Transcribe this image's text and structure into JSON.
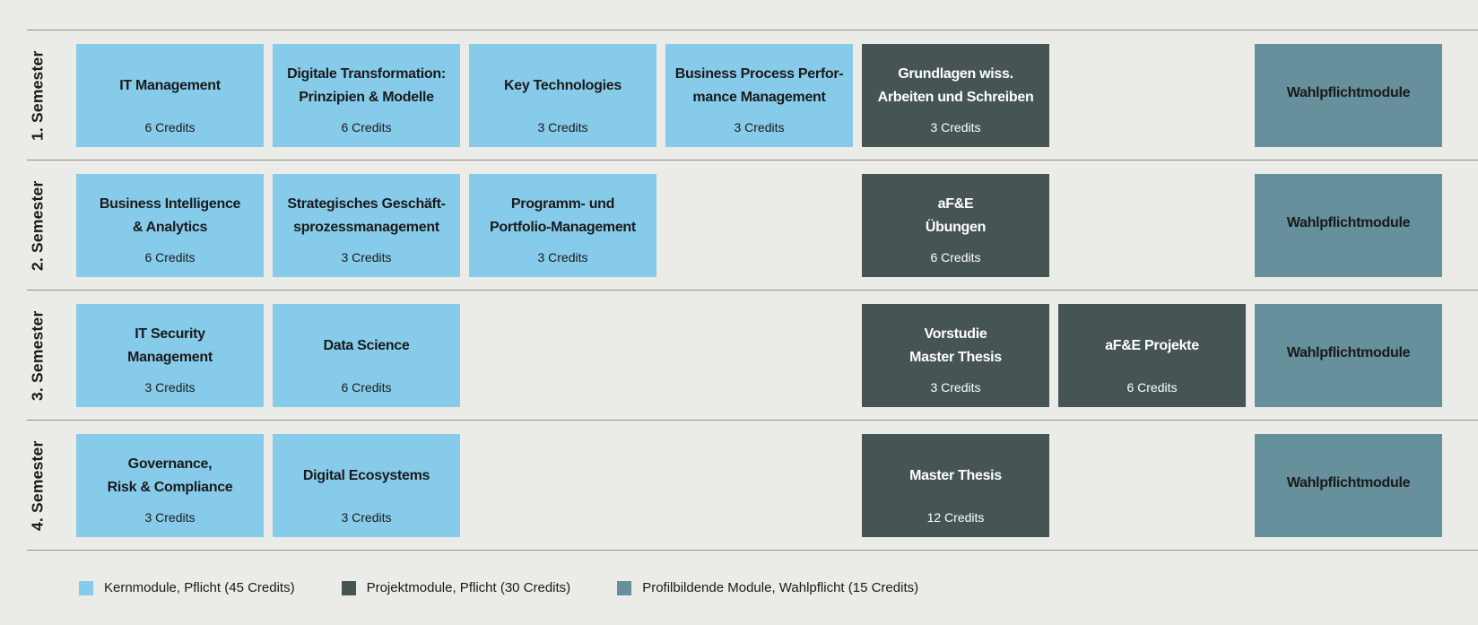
{
  "palette": {
    "background": "#EBEBE8",
    "core_module_fill": "#87CBEA",
    "project_module_fill": "#465553",
    "profile_module_fill": "#66909B",
    "separator_line": "#8E8E8C",
    "text_dark": "#1A1A1A",
    "text_light": "#FFFFFF"
  },
  "rows": [
    {
      "label": "1. Semester",
      "modules": [
        {
          "title": "IT Management",
          "credits": "6 Credits",
          "type": "core"
        },
        {
          "title": "Digitale Transformation:\nPrinzipien & Modelle",
          "credits": "6 Credits",
          "type": "core"
        },
        {
          "title": "Key Technologies",
          "credits": "3 Credits",
          "type": "core"
        },
        {
          "title": "Business Process Perfor-\nmance Management",
          "credits": "3 Credits",
          "type": "core"
        },
        {
          "title": "Grundlagen wiss.\nArbeiten und Schreiben",
          "credits": "3 Credits",
          "type": "project"
        },
        {
          "title": "Wahlpflichtmodule",
          "type": "profile"
        }
      ]
    },
    {
      "label": "2. Semester",
      "modules": [
        {
          "title": "Business Intelligence\n& Analytics",
          "credits": "6 Credits",
          "type": "core"
        },
        {
          "title": "Strategisches Geschäft-\nsprozessmanagement",
          "credits": "3 Credits",
          "type": "core"
        },
        {
          "title": "Programm- und\nPortfolio-Management",
          "credits": "3 Credits",
          "type": "core"
        },
        {
          "title": "aF&E\nÜbungen",
          "credits": "6 Credits",
          "type": "project"
        },
        {
          "title": "Wahlpflichtmodule",
          "type": "profile"
        }
      ]
    },
    {
      "label": "3. Semester",
      "modules": [
        {
          "title": "IT Security\nManagement",
          "credits": "3 Credits",
          "type": "core"
        },
        {
          "title": "Data Science",
          "credits": "6 Credits",
          "type": "core"
        },
        {
          "title": "Vorstudie\nMaster Thesis",
          "credits": "3 Credits",
          "type": "project"
        },
        {
          "title": "aF&E Projekte",
          "credits": "6 Credits",
          "type": "project"
        },
        {
          "title": "Wahlpflichtmodule",
          "type": "profile"
        }
      ]
    },
    {
      "label": "4. Semester",
      "modules": [
        {
          "title": "Governance,\nRisk & Compliance",
          "credits": "3 Credits",
          "type": "core"
        },
        {
          "title": "Digital Ecosystems",
          "credits": "3 Credits",
          "type": "core"
        },
        {
          "title": "Master Thesis",
          "credits": "12 Credits",
          "type": "project"
        },
        {
          "title": "Wahlpflichtmodule",
          "type": "profile"
        }
      ]
    }
  ],
  "legend": [
    {
      "label": "Kernmodule, Pflicht (45 Credits)",
      "color": "#87CBEA"
    },
    {
      "label": "Projektmodule, Pflicht (30 Credits)",
      "color": "#465553"
    },
    {
      "label": "Profilbildende Module, Wahlpflicht (15 Credits)",
      "color": "#66909B"
    }
  ]
}
